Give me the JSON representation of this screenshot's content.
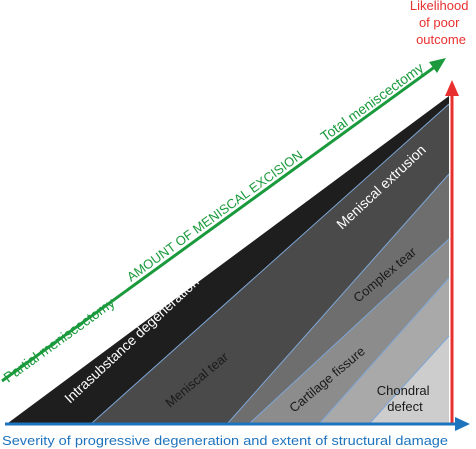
{
  "colors": {
    "red_axis": "#e8312f",
    "blue_axis": "#1e73be",
    "green_arrow": "#1a9a3c",
    "intrasubstance": "#1e1e1e",
    "extrusion": "#4a4a4a",
    "meniscal_tear": "#6e6e6e",
    "complex_tear": "#8c8c8c",
    "fissure": "#a9a9a9",
    "chondral": "#cdcdcd",
    "band_line": "#7ea6d6"
  },
  "y_axis": {
    "label_lines": [
      "Likelihood",
      "of poor",
      "outcome"
    ]
  },
  "x_axis": {
    "label": "Severity of progressive degeneration and extent of structural damage"
  },
  "excision_arrow": {
    "start_label": "Partial meniscectomy",
    "middle_label": "AMOUNT OF MENISCAL EXCISION",
    "end_label": "Total meniscectomy"
  },
  "regions": {
    "intrasubstance": "Intrasubstance degeneration",
    "extrusion": "Meniscal extrusion",
    "meniscal_tear": "Meniscal tear",
    "complex_tear": "Complex tear",
    "fissure": "Cartilage fissure",
    "chondral_lines": [
      "Chondral",
      "defect"
    ]
  }
}
